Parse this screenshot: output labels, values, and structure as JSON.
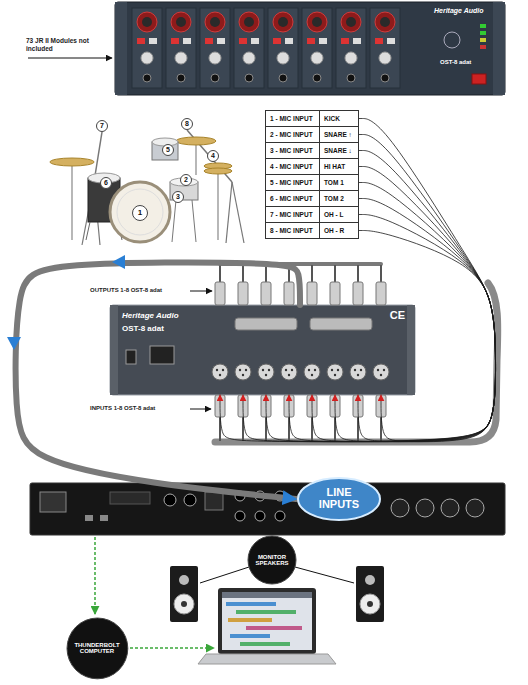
{
  "diagram": {
    "nodes": [
      {
        "text": [
          "1 - MIC INPUT",
          "KICK"
        ]
      },
      {
        "text": [
          "2 - MIC INPUT",
          "SNARE ↑"
        ]
      },
      {
        "text": [
          "3 - MIC INPUT",
          "SNARE ↓"
        ]
      },
      {
        "text": [
          "4 - MIC INPUT",
          "HI HAT"
        ]
      },
      {
        "text": [
          "5 - MIC INPUT",
          "TOM 1"
        ]
      },
      {
        "text": [
          "6 - MIC INPUT",
          "TOM 2"
        ]
      },
      {
        "text": [
          "7 - MIC INPUT",
          "OH - L"
        ]
      },
      {
        "text": [
          "8 - MIC INPUT",
          "OH - R"
        ]
      },
      {
        "text": [
          "Heritage Audio",
          "OST-8 adat",
          "CE"
        ]
      },
      {
        "text": [
          "LINE INPUTS"
        ]
      },
      {
        "text": [
          "MONITOR SPEAKERS"
        ]
      },
      {
        "text": [
          "THUNDERBOLT COMPUTER"
        ]
      }
    ],
    "edges": [
      {
        "from": 0,
        "to": 8,
        "arrow": "to"
      },
      {
        "from": 1,
        "to": 8,
        "arrow": "to"
      },
      {
        "from": 2,
        "to": 8,
        "arrow": "to"
      },
      {
        "from": 3,
        "to": 8,
        "arrow": "to"
      },
      {
        "from": 4,
        "to": 8,
        "arrow": "to"
      },
      {
        "from": 5,
        "to": 8,
        "arrow": "to"
      },
      {
        "from": 6,
        "to": 8,
        "arrow": "to"
      },
      {
        "from": 7,
        "to": 8,
        "arrow": "to"
      },
      {
        "from": 8,
        "to": 9,
        "arrow": "to"
      }
    ],
    "labels": [
      "73 JR II Modules not included",
      "Heritage Audio",
      "OST-8 adat",
      "7",
      "8",
      "5",
      "4",
      "2",
      "6",
      "3",
      "1",
      "OUTPUTS 1-8 OST-8 adat",
      "INPUTS 1-8 OST-8 adat"
    ]
  }
}
